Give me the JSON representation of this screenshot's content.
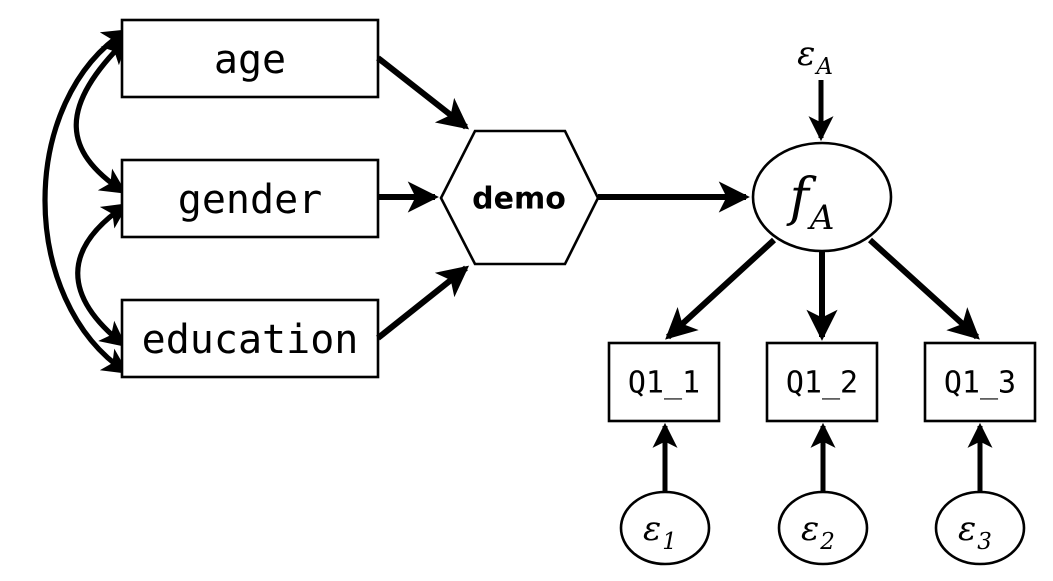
{
  "diagram": {
    "type": "path-diagram",
    "title_visible": false,
    "background_color": "#ffffff",
    "stroke_color": "#000000",
    "observed_variables": [
      {
        "id": "age",
        "label": "age",
        "shape": "rectangle"
      },
      {
        "id": "gender",
        "label": "gender",
        "shape": "rectangle"
      },
      {
        "id": "education",
        "label": "education",
        "shape": "rectangle"
      }
    ],
    "composite": {
      "id": "demo",
      "label": "demo",
      "shape": "hexagon"
    },
    "latent_factor": {
      "id": "fA",
      "label_main": "f",
      "label_sub": "A",
      "shape": "ellipse"
    },
    "factor_disturbance": {
      "id": "epsA",
      "label_main": "ε",
      "label_sub": "A",
      "shape": "none"
    },
    "indicators": [
      {
        "id": "q1_1",
        "label": "Q1_1",
        "shape": "rectangle"
      },
      {
        "id": "q1_2",
        "label": "Q1_2",
        "shape": "rectangle"
      },
      {
        "id": "q1_3",
        "label": "Q1_3",
        "shape": "rectangle"
      }
    ],
    "residuals": [
      {
        "id": "eps1",
        "label_main": "ε",
        "label_sub": "1",
        "shape": "ellipse"
      },
      {
        "id": "eps2",
        "label_main": "ε",
        "label_sub": "2",
        "shape": "ellipse"
      },
      {
        "id": "eps3",
        "label_main": "ε",
        "label_sub": "3",
        "shape": "ellipse"
      }
    ],
    "edges": [
      {
        "from": "age",
        "to": "gender",
        "kind": "covariance",
        "arrow": "double"
      },
      {
        "from": "gender",
        "to": "education",
        "kind": "covariance",
        "arrow": "double"
      },
      {
        "from": "age",
        "to": "education",
        "kind": "covariance",
        "arrow": "double"
      },
      {
        "from": "age",
        "to": "demo",
        "kind": "directed",
        "arrow": "single"
      },
      {
        "from": "gender",
        "to": "demo",
        "kind": "directed",
        "arrow": "single"
      },
      {
        "from": "education",
        "to": "demo",
        "kind": "directed",
        "arrow": "single"
      },
      {
        "from": "demo",
        "to": "fA",
        "kind": "directed",
        "arrow": "single"
      },
      {
        "from": "epsA",
        "to": "fA",
        "kind": "directed",
        "arrow": "single"
      },
      {
        "from": "fA",
        "to": "q1_1",
        "kind": "loading",
        "arrow": "single"
      },
      {
        "from": "fA",
        "to": "q1_2",
        "kind": "loading",
        "arrow": "single"
      },
      {
        "from": "fA",
        "to": "q1_3",
        "kind": "loading",
        "arrow": "single"
      },
      {
        "from": "eps1",
        "to": "q1_1",
        "kind": "residual",
        "arrow": "single"
      },
      {
        "from": "eps2",
        "to": "q1_2",
        "kind": "residual",
        "arrow": "single"
      },
      {
        "from": "eps3",
        "to": "q1_3",
        "kind": "residual",
        "arrow": "single"
      }
    ]
  }
}
